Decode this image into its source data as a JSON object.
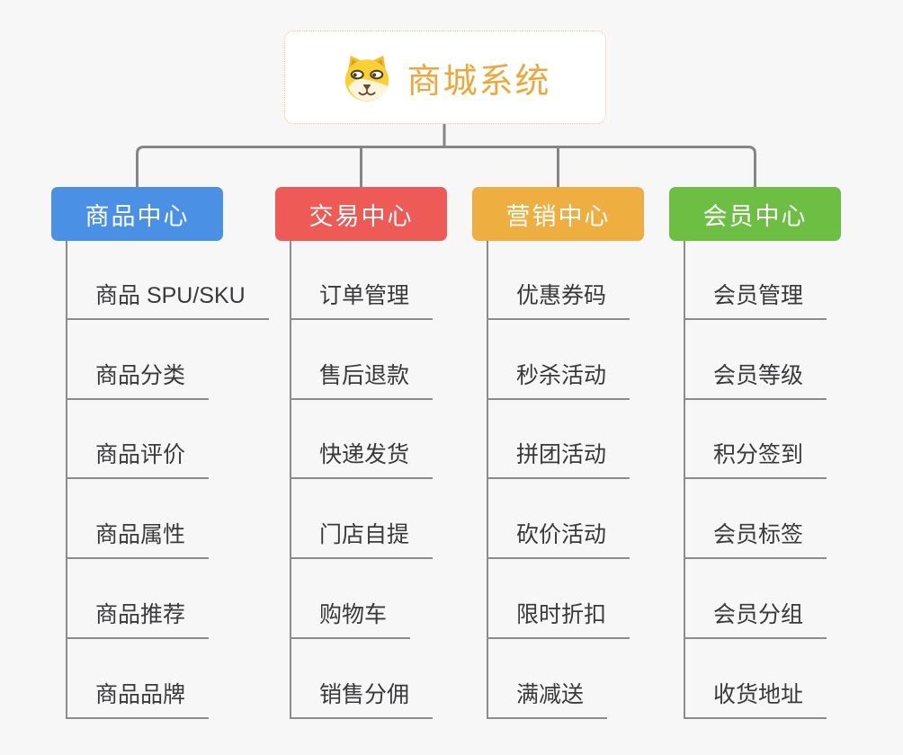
{
  "diagram": {
    "background_color": "#f7f7f7",
    "connector_color": "#8c8c8c"
  },
  "root": {
    "title": "商城系统",
    "icon": "shiba-dog-icon",
    "text_color": "#f0a73a",
    "border_color": "#f0c285",
    "background": "#ffffff"
  },
  "branches": [
    {
      "label": "商品中心",
      "color": "#4a90e5",
      "items": [
        "商品 SPU/SKU",
        "商品分类",
        "商品评价",
        "商品属性",
        "商品推荐",
        "商品品牌"
      ]
    },
    {
      "label": "交易中心",
      "color": "#ee5a55",
      "items": [
        "订单管理",
        "售后退款",
        "快递发货",
        "门店自提",
        "购物车",
        "销售分佣"
      ]
    },
    {
      "label": "营销中心",
      "color": "#efae40",
      "items": [
        "优惠券码",
        "秒杀活动",
        "拼团活动",
        "砍价活动",
        "限时折扣",
        "满减送"
      ]
    },
    {
      "label": "会员中心",
      "color": "#6dbf43",
      "items": [
        "会员管理",
        "会员等级",
        "积分签到",
        "会员标签",
        "会员分组",
        "收货地址"
      ]
    }
  ]
}
